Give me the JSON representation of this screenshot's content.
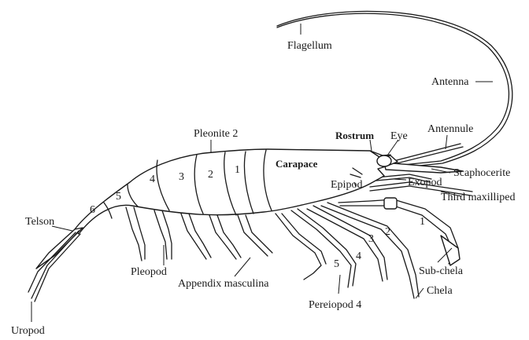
{
  "labels": {
    "flagellum": "Flagellum",
    "antenna": "Antenna",
    "antennule": "Antennule",
    "eye": "Eye",
    "rostrum": "Rostrum",
    "carapace": "Carapace",
    "scaphocerite": "Scaphocerite",
    "exopod": "Exopod",
    "epipod": "Epipod",
    "third_maxilliped": "Third maxilliped",
    "pleonite_2": "Pleonite 2",
    "telson": "Telson",
    "pleopod": "Pleopod",
    "appendix_masculina": "Appendix masculina",
    "sub_chela": "Sub-chela",
    "chela": "Chela",
    "pereiopod_4": "Pereiopod 4",
    "uropod": "Uropod"
  },
  "segment_numbers": [
    "1",
    "2",
    "3",
    "4",
    "5",
    "6"
  ],
  "pereiopod_numbers": [
    "1",
    "2",
    "3",
    "4",
    "5"
  ]
}
